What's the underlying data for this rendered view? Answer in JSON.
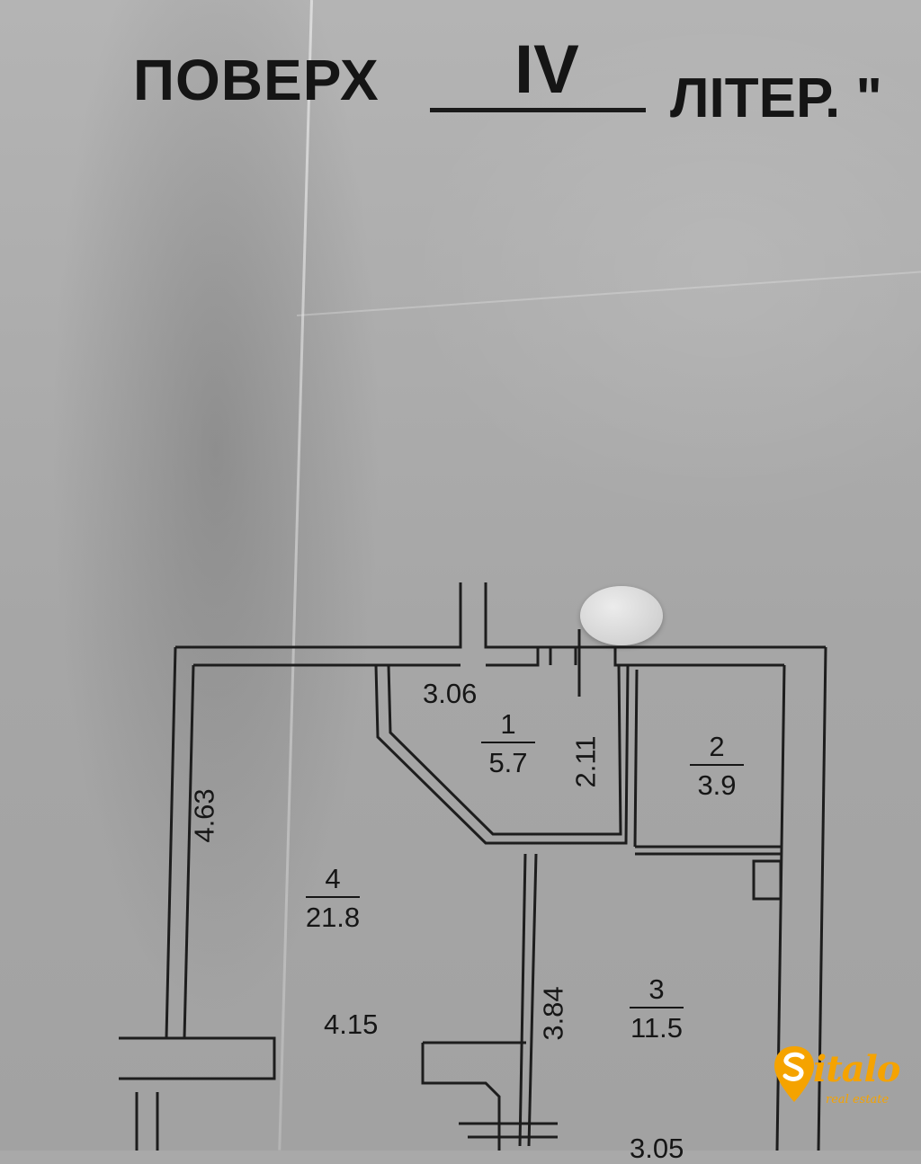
{
  "header": {
    "floor_label": "ПОВЕРХ",
    "floor_number": "IV",
    "liter_label": "ЛІТЕР. \""
  },
  "rooms": [
    {
      "number": "1",
      "area": "5.7"
    },
    {
      "number": "2",
      "area": "3.9"
    },
    {
      "number": "3",
      "area": "11.5"
    },
    {
      "number": "4",
      "area": "21.8"
    }
  ],
  "dimensions": {
    "d1": "3.06",
    "d2": "2.11",
    "d3": "4.63",
    "d4": "4.15",
    "d5": "3.84",
    "d6": "3.05"
  },
  "logo": {
    "word": "italo",
    "tagline": "real estate",
    "color": "#f5a300"
  }
}
